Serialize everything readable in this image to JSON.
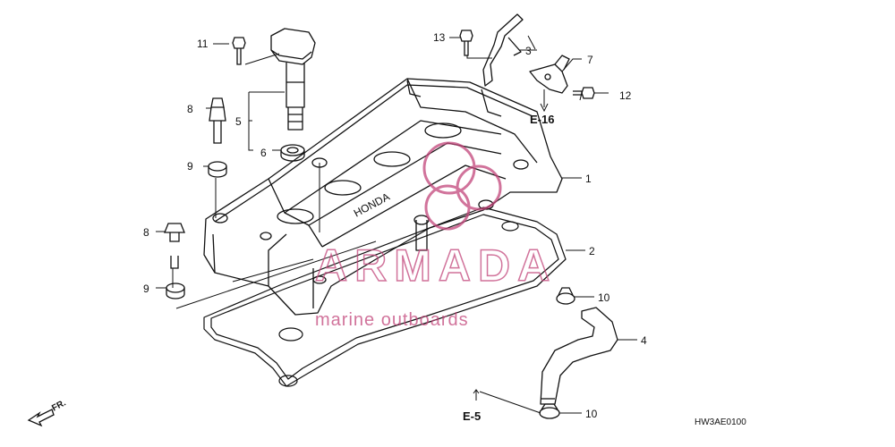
{
  "diagram": {
    "code": "HW3AE0100",
    "front_marker": "FR.",
    "refs": {
      "e16": "E-16",
      "e5": "E-5"
    },
    "callouts": {
      "c1": "1",
      "c2": "2",
      "c3": "3",
      "c4": "4",
      "c5": "5",
      "c6": "6",
      "c7": "7",
      "c8a": "8",
      "c8b": "8",
      "c9a": "9",
      "c9b": "9",
      "c10a": "10",
      "c10b": "10",
      "c11": "11",
      "c12": "12",
      "c13": "13"
    },
    "cover_logo": "HONDA"
  },
  "watermark": {
    "brand": "ARMADA",
    "tagline": "marine outboards",
    "color": "#c2457a"
  }
}
